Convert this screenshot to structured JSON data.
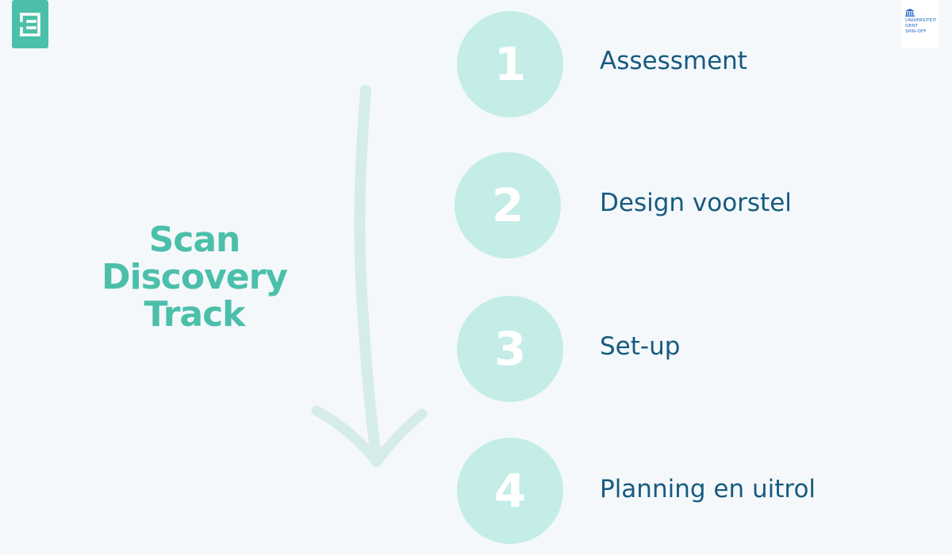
{
  "logo_left": {
    "icon": "menu-lines-icon",
    "color": "#4bbfaa"
  },
  "logo_right": {
    "icon": "university-seal-icon",
    "lines": [
      "UNIVERSITEIT",
      "GENT",
      "SPIN-OFF"
    ],
    "color": "#1e64c8"
  },
  "title": {
    "lines": [
      "Scan",
      "Discovery",
      "Track"
    ],
    "color": "#4bbfaa"
  },
  "arrow": {
    "icon": "down-arrow-icon",
    "color": "#d6ecea"
  },
  "steps": [
    {
      "number": "1",
      "label": "Assessment"
    },
    {
      "number": "2",
      "label": "Design voorstel"
    },
    {
      "number": "3",
      "label": "Set-up"
    },
    {
      "number": "4",
      "label": "Planning en uitrol"
    }
  ],
  "colors": {
    "background": "#f4f8fb",
    "circle": "#c3ede6",
    "label": "#175a7f"
  }
}
